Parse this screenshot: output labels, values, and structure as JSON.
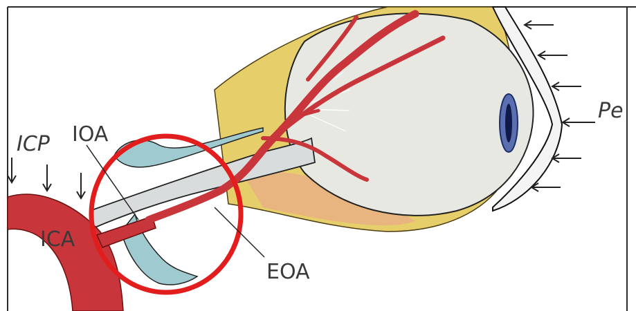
{
  "figure": {
    "labels": {
      "icp": "ICP",
      "ioa": "IOA",
      "ica": "ICA",
      "eoa": "EOA",
      "pe": "Pe"
    },
    "colors": {
      "artery": "#c8353a",
      "highlight_circle": "#e11d1d",
      "fat": "#e6cf6a",
      "sclera": "#e8e8e3",
      "nerve_sheath": "#9fcad0",
      "outline": "#1a1a1a"
    }
  }
}
